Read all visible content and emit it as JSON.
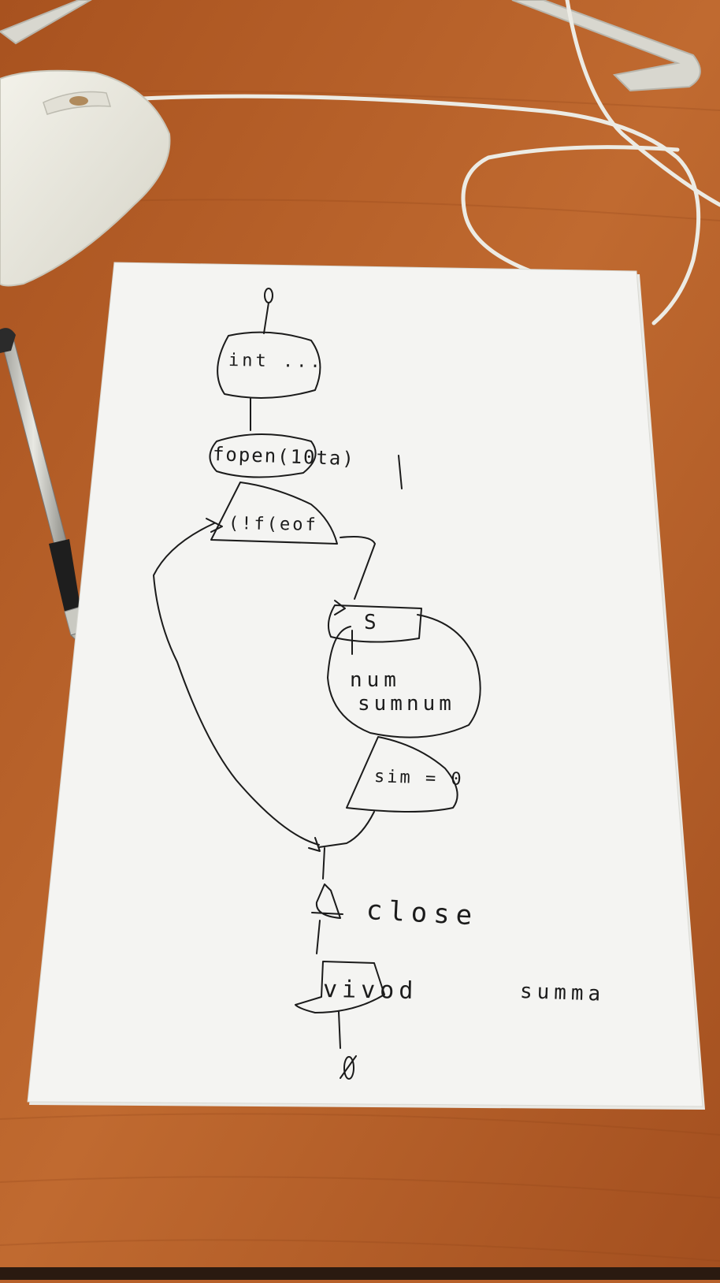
{
  "scene": {
    "desk_color": "#b8612a",
    "paper_color": "#f4f4f2",
    "ink_color": "#1b1b1b",
    "mouse_color": "#efeee6",
    "cable_color": "#ecebe4",
    "pen_color": "#1e1e1e"
  },
  "flowchart": {
    "start": "0",
    "declare": "int ...",
    "fopen": "fopen(10ta)",
    "loop_condition": "(!f(eof",
    "read": "S",
    "process_line1": "num",
    "process_line2": "sumnum",
    "check": "sim = 0",
    "close": "close",
    "output": "vivod",
    "output_suffix": "summa",
    "end": "0"
  }
}
